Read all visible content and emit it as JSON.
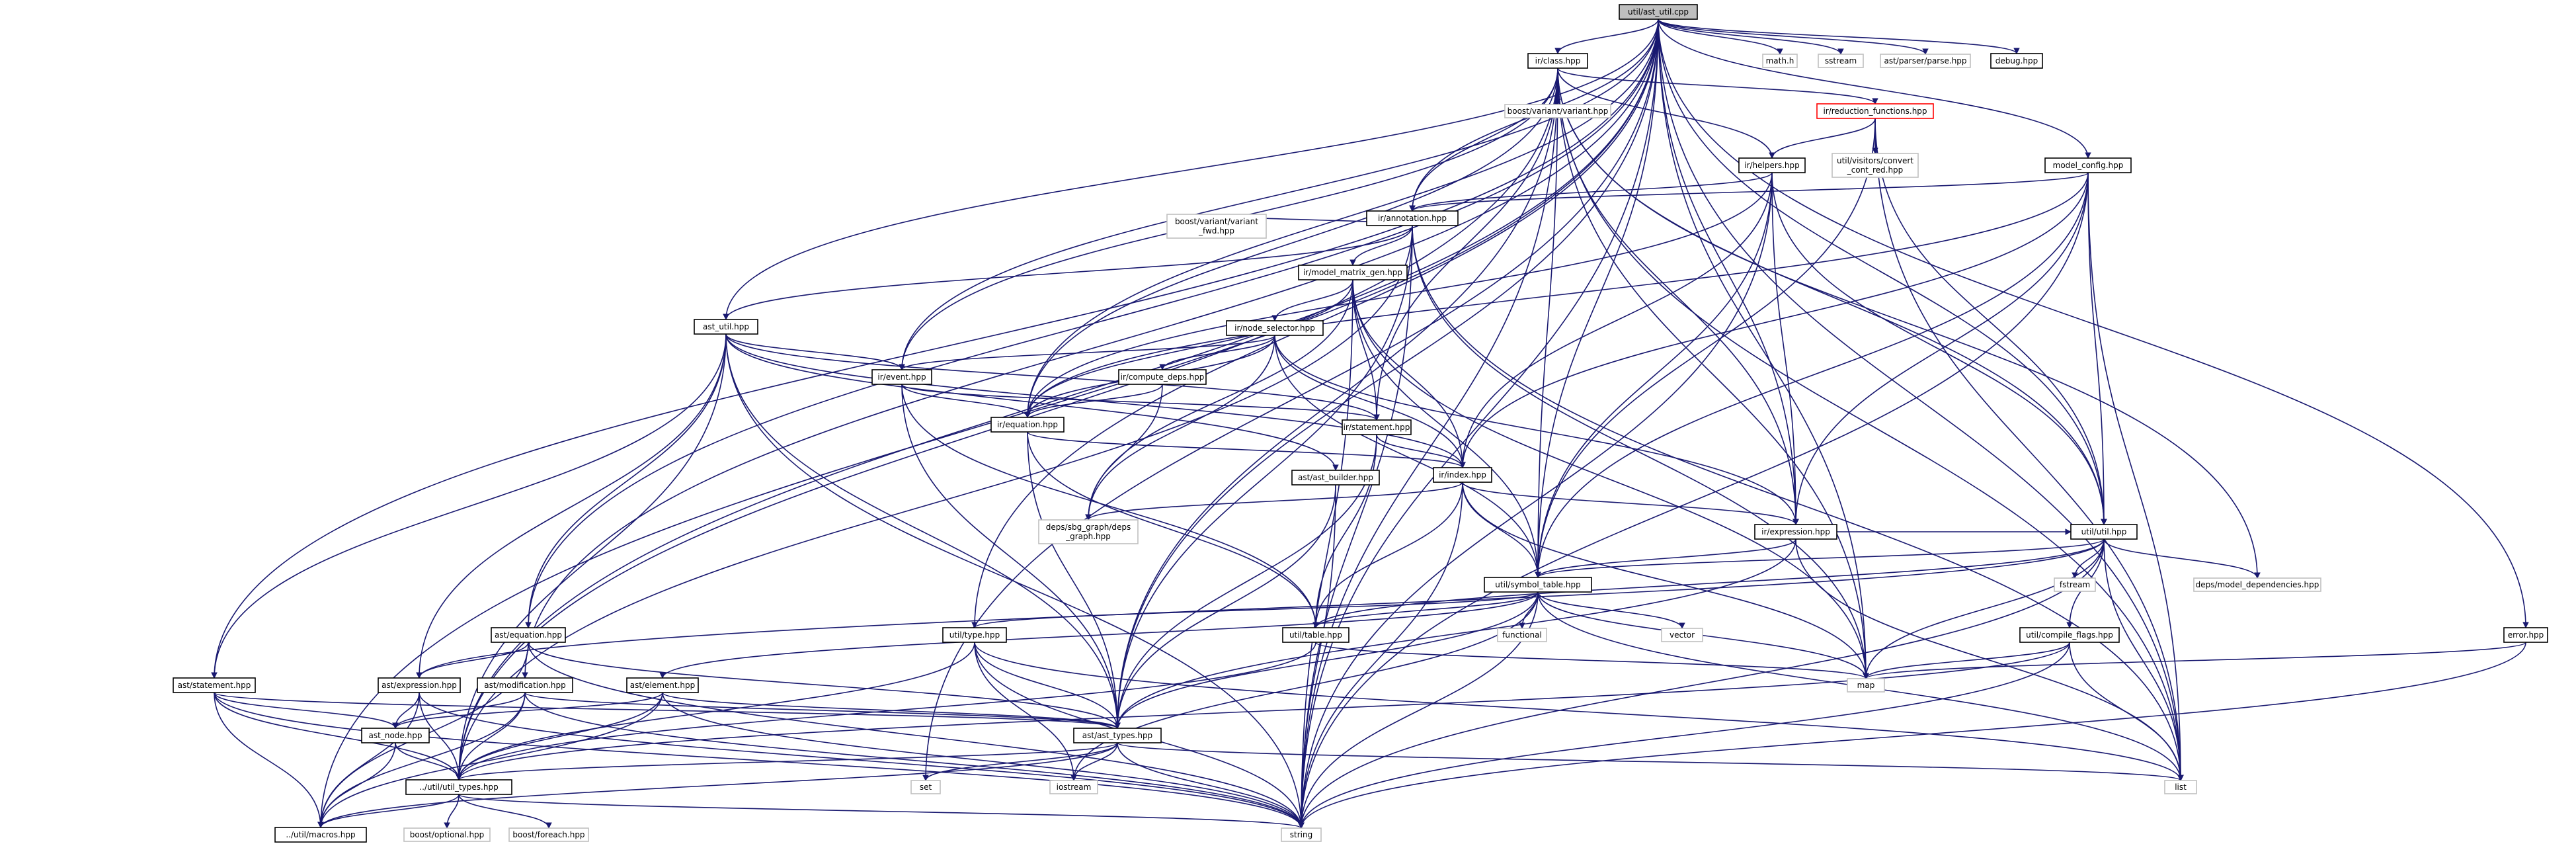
{
  "graph": {
    "title": "util/ast_util.cpp",
    "edge_color": "#191970",
    "box_border_color": "#000000",
    "external_border_color": "#bfbfbf",
    "highlight_border_color": "#ff0000",
    "root_fill_color": "#bfbfbf",
    "nodes": [
      {
        "id": "root",
        "kind": "root",
        "lines": [
          "util/ast_util.cpp"
        ]
      },
      {
        "id": "ir_class",
        "kind": "file",
        "lines": [
          "ir/class.hpp"
        ]
      },
      {
        "id": "math",
        "kind": "external",
        "lines": [
          "math.h"
        ]
      },
      {
        "id": "sstream",
        "kind": "external",
        "lines": [
          "sstream"
        ]
      },
      {
        "id": "parse",
        "kind": "external",
        "lines": [
          "ast/parser/parse.hpp"
        ]
      },
      {
        "id": "debug",
        "kind": "file",
        "lines": [
          "debug.hpp"
        ]
      },
      {
        "id": "variant",
        "kind": "external",
        "lines": [
          "boost/variant/variant.hpp"
        ]
      },
      {
        "id": "reduction",
        "kind": "highlight",
        "lines": [
          "ir/reduction_functions.hpp"
        ]
      },
      {
        "id": "visitors",
        "kind": "external",
        "lines": [
          "util/visitors/convert",
          "_cont_red.hpp"
        ]
      },
      {
        "id": "helpers",
        "kind": "file",
        "lines": [
          "ir/helpers.hpp"
        ]
      },
      {
        "id": "model_config",
        "kind": "file",
        "lines": [
          "model_config.hpp"
        ]
      },
      {
        "id": "annotation",
        "kind": "file",
        "lines": [
          "ir/annotation.hpp"
        ]
      },
      {
        "id": "variant_fwd",
        "kind": "external",
        "lines": [
          "boost/variant/variant",
          "_fwd.hpp"
        ]
      },
      {
        "id": "mmg",
        "kind": "file",
        "lines": [
          "ir/model_matrix_gen.hpp"
        ]
      },
      {
        "id": "ast_util",
        "kind": "file",
        "lines": [
          "ast_util.hpp"
        ]
      },
      {
        "id": "node_selector",
        "kind": "file",
        "lines": [
          "ir/node_selector.hpp"
        ]
      },
      {
        "id": "ir_event",
        "kind": "file",
        "lines": [
          "ir/event.hpp"
        ]
      },
      {
        "id": "compute_deps",
        "kind": "file",
        "lines": [
          "ir/compute_deps.hpp"
        ]
      },
      {
        "id": "ir_equation",
        "kind": "file",
        "lines": [
          "ir/equation.hpp"
        ]
      },
      {
        "id": "ir_statement",
        "kind": "file",
        "lines": [
          "ir/statement.hpp"
        ]
      },
      {
        "id": "ast_builder",
        "kind": "file",
        "lines": [
          "ast/ast_builder.hpp"
        ]
      },
      {
        "id": "ir_index",
        "kind": "file",
        "lines": [
          "ir/index.hpp"
        ]
      },
      {
        "id": "deps_graph",
        "kind": "external",
        "lines": [
          "deps/sbg_graph/deps",
          "_graph.hpp"
        ]
      },
      {
        "id": "ir_expression",
        "kind": "file",
        "lines": [
          "ir/expression.hpp"
        ]
      },
      {
        "id": "util_util",
        "kind": "file",
        "lines": [
          "util/util.hpp"
        ]
      },
      {
        "id": "fstream",
        "kind": "external",
        "lines": [
          "fstream"
        ]
      },
      {
        "id": "model_deps",
        "kind": "external",
        "lines": [
          "deps/model_dependencies.hpp"
        ]
      },
      {
        "id": "symbol_table",
        "kind": "file",
        "lines": [
          "util/symbol_table.hpp"
        ]
      },
      {
        "id": "ast_equation",
        "kind": "file",
        "lines": [
          "ast/equation.hpp"
        ]
      },
      {
        "id": "util_type",
        "kind": "file",
        "lines": [
          "util/type.hpp"
        ]
      },
      {
        "id": "util_table",
        "kind": "file",
        "lines": [
          "util/table.hpp"
        ]
      },
      {
        "id": "functional",
        "kind": "external",
        "lines": [
          "functional"
        ]
      },
      {
        "id": "vector",
        "kind": "external",
        "lines": [
          "vector"
        ]
      },
      {
        "id": "compile_flags",
        "kind": "file",
        "lines": [
          "util/compile_flags.hpp"
        ]
      },
      {
        "id": "error",
        "kind": "file",
        "lines": [
          "error.hpp"
        ]
      },
      {
        "id": "ast_statement",
        "kind": "file",
        "lines": [
          "ast/statement.hpp"
        ]
      },
      {
        "id": "ast_expression",
        "kind": "file",
        "lines": [
          "ast/expression.hpp"
        ]
      },
      {
        "id": "ast_modification",
        "kind": "file",
        "lines": [
          "ast/modification.hpp"
        ]
      },
      {
        "id": "ast_element",
        "kind": "file",
        "lines": [
          "ast/element.hpp"
        ]
      },
      {
        "id": "map",
        "kind": "external",
        "lines": [
          "map"
        ]
      },
      {
        "id": "ast_node",
        "kind": "file",
        "lines": [
          "ast_node.hpp"
        ]
      },
      {
        "id": "ast_types",
        "kind": "file",
        "lines": [
          "ast/ast_types.hpp"
        ]
      },
      {
        "id": "util_types",
        "kind": "file",
        "lines": [
          "../util/util_types.hpp"
        ]
      },
      {
        "id": "set",
        "kind": "external",
        "lines": [
          "set"
        ]
      },
      {
        "id": "iostream",
        "kind": "external",
        "lines": [
          "iostream"
        ]
      },
      {
        "id": "list",
        "kind": "external",
        "lines": [
          "list"
        ]
      },
      {
        "id": "macros",
        "kind": "file",
        "lines": [
          "../util/macros.hpp"
        ]
      },
      {
        "id": "optional",
        "kind": "external",
        "lines": [
          "boost/optional.hpp"
        ]
      },
      {
        "id": "foreach",
        "kind": "external",
        "lines": [
          "boost/foreach.hpp"
        ]
      },
      {
        "id": "string",
        "kind": "external",
        "lines": [
          "string"
        ]
      }
    ],
    "edges": [
      [
        "root",
        "ir_class"
      ],
      [
        "root",
        "math"
      ],
      [
        "root",
        "sstream"
      ],
      [
        "root",
        "parse"
      ],
      [
        "root",
        "debug"
      ],
      [
        "root",
        "model_config"
      ],
      [
        "root",
        "annotation"
      ],
      [
        "root",
        "ast_util"
      ],
      [
        "root",
        "ir_event"
      ],
      [
        "root",
        "ir_equation"
      ],
      [
        "root",
        "ast_equation"
      ],
      [
        "root",
        "ast_statement"
      ],
      [
        "root",
        "ast_modification"
      ],
      [
        "root",
        "util_type"
      ],
      [
        "root",
        "macros"
      ],
      [
        "root",
        "string"
      ],
      [
        "root",
        "set"
      ],
      [
        "root",
        "ir_expression"
      ],
      [
        "root",
        "util_util"
      ],
      [
        "root",
        "symbol_table"
      ],
      [
        "root",
        "map"
      ],
      [
        "root",
        "list"
      ],
      [
        "root",
        "error"
      ],
      [
        "root",
        "ast_types"
      ],
      [
        "root",
        "util_types"
      ],
      [
        "ir_class",
        "variant"
      ],
      [
        "ir_class",
        "reduction"
      ],
      [
        "ir_class",
        "helpers"
      ],
      [
        "ir_class",
        "annotation"
      ],
      [
        "ir_class",
        "ir_event"
      ],
      [
        "ir_class",
        "ir_equation"
      ],
      [
        "ir_class",
        "ir_statement"
      ],
      [
        "ir_class",
        "ir_expression"
      ],
      [
        "ir_class",
        "util_util"
      ],
      [
        "ir_class",
        "model_deps"
      ],
      [
        "ir_class",
        "symbol_table"
      ],
      [
        "ir_class",
        "ast_types"
      ],
      [
        "ir_class",
        "string"
      ],
      [
        "ir_class",
        "map"
      ],
      [
        "ir_class",
        "list"
      ],
      [
        "ir_class",
        "util_types"
      ],
      [
        "reduction",
        "visitors"
      ],
      [
        "reduction",
        "helpers"
      ],
      [
        "reduction",
        "symbol_table"
      ],
      [
        "reduction",
        "util_util"
      ],
      [
        "reduction",
        "list"
      ],
      [
        "helpers",
        "annotation"
      ],
      [
        "helpers",
        "ir_equation"
      ],
      [
        "helpers",
        "ir_index"
      ],
      [
        "helpers",
        "ir_expression"
      ],
      [
        "helpers",
        "symbol_table"
      ],
      [
        "helpers",
        "util_util"
      ],
      [
        "helpers",
        "string"
      ],
      [
        "model_config",
        "annotation"
      ],
      [
        "model_config",
        "ir_equation"
      ],
      [
        "model_config",
        "ir_index"
      ],
      [
        "model_config",
        "ir_expression"
      ],
      [
        "model_config",
        "symbol_table"
      ],
      [
        "model_config",
        "util_util"
      ],
      [
        "model_config",
        "string"
      ],
      [
        "model_config",
        "list"
      ],
      [
        "annotation",
        "variant_fwd"
      ],
      [
        "annotation",
        "mmg"
      ],
      [
        "annotation",
        "ast_util"
      ],
      [
        "annotation",
        "ast_types"
      ],
      [
        "annotation",
        "util_types"
      ],
      [
        "annotation",
        "string"
      ],
      [
        "annotation",
        "map"
      ],
      [
        "annotation",
        "list"
      ],
      [
        "mmg",
        "node_selector"
      ],
      [
        "mmg",
        "ir_statement"
      ],
      [
        "mmg",
        "ir_equation"
      ],
      [
        "mmg",
        "ir_index"
      ],
      [
        "mmg",
        "symbol_table"
      ],
      [
        "mmg",
        "deps_graph"
      ],
      [
        "mmg",
        "string"
      ],
      [
        "mmg",
        "map"
      ],
      [
        "ast_util",
        "ir_event"
      ],
      [
        "ast_util",
        "ir_statement"
      ],
      [
        "ast_util",
        "ast_builder"
      ],
      [
        "ast_util",
        "ir_index"
      ],
      [
        "ast_util",
        "ast_equation"
      ],
      [
        "ast_util",
        "ast_statement"
      ],
      [
        "ast_util",
        "ast_expression"
      ],
      [
        "ast_util",
        "ast_types"
      ],
      [
        "ast_util",
        "util_types"
      ],
      [
        "ast_util",
        "string"
      ],
      [
        "node_selector",
        "ir_event"
      ],
      [
        "node_selector",
        "compute_deps"
      ],
      [
        "node_selector",
        "ir_equation"
      ],
      [
        "node_selector",
        "ir_index"
      ],
      [
        "node_selector",
        "ir_expression"
      ],
      [
        "node_selector",
        "deps_graph"
      ],
      [
        "node_selector",
        "symbol_table"
      ],
      [
        "ir_event",
        "ir_equation"
      ],
      [
        "ir_event",
        "ir_statement"
      ],
      [
        "ir_event",
        "util_table"
      ],
      [
        "ir_event",
        "ast_types"
      ],
      [
        "compute_deps",
        "ir_equation"
      ],
      [
        "compute_deps",
        "deps_graph"
      ],
      [
        "ir_equation",
        "ir_index"
      ],
      [
        "ir_equation",
        "util_table"
      ],
      [
        "ir_equation",
        "ast_types"
      ],
      [
        "ir_statement",
        "ir_index"
      ],
      [
        "ir_statement",
        "util_table"
      ],
      [
        "ir_statement",
        "ast_types"
      ],
      [
        "ast_builder",
        "ast_types"
      ],
      [
        "ast_builder",
        "string"
      ],
      [
        "ir_index",
        "deps_graph"
      ],
      [
        "ir_index",
        "ir_expression"
      ],
      [
        "ir_index",
        "symbol_table"
      ],
      [
        "ir_index",
        "util_table"
      ],
      [
        "ir_index",
        "map"
      ],
      [
        "ir_index",
        "string"
      ],
      [
        "ir_expression",
        "symbol_table"
      ],
      [
        "ir_expression",
        "util_util"
      ],
      [
        "ir_expression",
        "ast_types"
      ],
      [
        "ir_expression",
        "list"
      ],
      [
        "util_util",
        "fstream"
      ],
      [
        "util_util",
        "model_deps"
      ],
      [
        "util_util",
        "symbol_table"
      ],
      [
        "util_util",
        "compile_flags"
      ],
      [
        "util_util",
        "util_table"
      ],
      [
        "util_util",
        "map"
      ],
      [
        "util_util",
        "list"
      ],
      [
        "util_util",
        "string"
      ],
      [
        "util_util",
        "ast_expression"
      ],
      [
        "symbol_table",
        "util_type"
      ],
      [
        "symbol_table",
        "util_table"
      ],
      [
        "symbol_table",
        "functional"
      ],
      [
        "symbol_table",
        "vector"
      ],
      [
        "symbol_table",
        "ast_element"
      ],
      [
        "symbol_table",
        "ast_types"
      ],
      [
        "symbol_table",
        "map"
      ],
      [
        "symbol_table",
        "list"
      ],
      [
        "symbol_table",
        "string"
      ],
      [
        "symbol_table",
        "iostream"
      ],
      [
        "ast_equation",
        "ast_expression"
      ],
      [
        "ast_equation",
        "ast_types"
      ],
      [
        "ast_equation",
        "macros"
      ],
      [
        "ast_equation",
        "string"
      ],
      [
        "util_type",
        "ast_types"
      ],
      [
        "util_type",
        "util_types"
      ],
      [
        "util_type",
        "iostream"
      ],
      [
        "util_type",
        "list"
      ],
      [
        "util_type",
        "string"
      ],
      [
        "util_table",
        "map"
      ],
      [
        "util_table",
        "util_types"
      ],
      [
        "compile_flags",
        "map"
      ],
      [
        "compile_flags",
        "list"
      ],
      [
        "compile_flags",
        "string"
      ],
      [
        "compile_flags",
        "util_types"
      ],
      [
        "error",
        "map"
      ],
      [
        "error",
        "string"
      ],
      [
        "ast_statement",
        "ast_node"
      ],
      [
        "ast_statement",
        "ast_types"
      ],
      [
        "ast_statement",
        "util_types"
      ],
      [
        "ast_statement",
        "macros"
      ],
      [
        "ast_statement",
        "string"
      ],
      [
        "ast_expression",
        "ast_node"
      ],
      [
        "ast_expression",
        "util_types"
      ],
      [
        "ast_expression",
        "macros"
      ],
      [
        "ast_expression",
        "string"
      ],
      [
        "ast_modification",
        "ast_node"
      ],
      [
        "ast_modification",
        "ast_types"
      ],
      [
        "ast_modification",
        "util_types"
      ],
      [
        "ast_modification",
        "macros"
      ],
      [
        "ast_modification",
        "string"
      ],
      [
        "ast_element",
        "ast_node"
      ],
      [
        "ast_element",
        "ast_types"
      ],
      [
        "ast_element",
        "util_types"
      ],
      [
        "ast_element",
        "macros"
      ],
      [
        "ast_element",
        "string"
      ],
      [
        "ast_node",
        "util_types"
      ],
      [
        "ast_node",
        "macros"
      ],
      [
        "ast_types",
        "util_types"
      ],
      [
        "ast_types",
        "set"
      ],
      [
        "ast_types",
        "iostream"
      ],
      [
        "ast_types",
        "list"
      ],
      [
        "ast_types",
        "string"
      ],
      [
        "ast_types",
        "macros"
      ],
      [
        "util_types",
        "optional"
      ],
      [
        "util_types",
        "foreach"
      ],
      [
        "util_types",
        "macros"
      ],
      [
        "util_types",
        "string"
      ]
    ]
  }
}
